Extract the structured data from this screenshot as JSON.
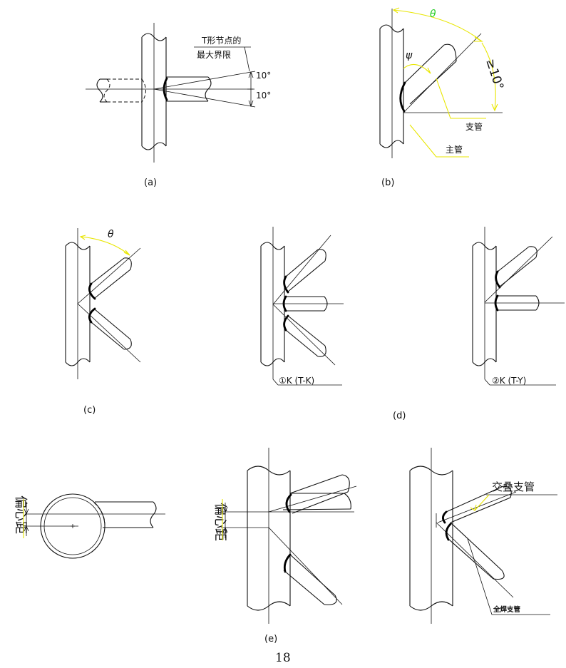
{
  "figures": {
    "a": {
      "caption": "(a)",
      "label_line1": "T形节点的",
      "label_line2": "最大界限",
      "angle_top": "10°",
      "angle_bottom": "10°"
    },
    "b": {
      "caption": "(b)",
      "theta": "θ",
      "psi": "ψ",
      "angle_note": "≥10°",
      "branch_label": "支管",
      "chord_label": "主管"
    },
    "c": {
      "caption": "(c)",
      "theta": "θ"
    },
    "d": {
      "caption": "(d)",
      "sub1": "①K (T-K)",
      "sub2": "②K (T-Y)"
    },
    "e": {
      "caption": "(e)",
      "eccentricity_left": "偏心距",
      "eccentricity_mid": "偏心距",
      "overlap_label": "交叠支管",
      "weld_label": "全焊支管"
    }
  },
  "page_number": "18",
  "colors": {
    "line": "#111111",
    "accent_yellow": "#e8e600",
    "theta_green": "#22cc22"
  }
}
